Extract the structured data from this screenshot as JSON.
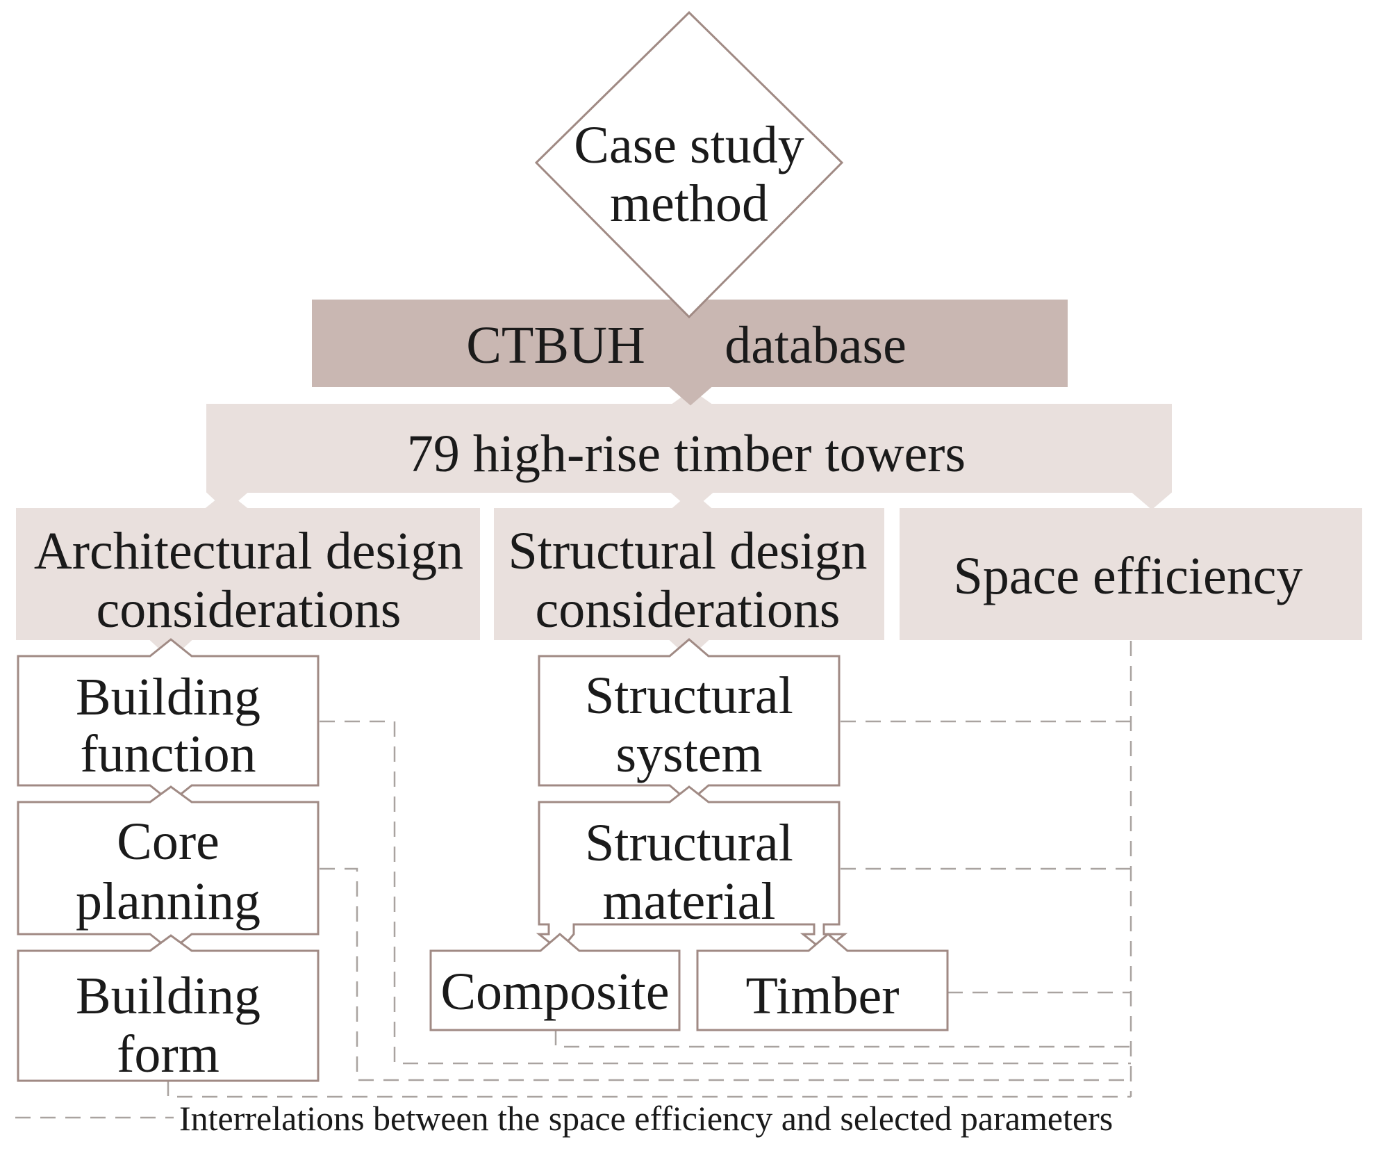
{
  "colors": {
    "outline": "#a08a84",
    "database_fill": "#c9b7b2",
    "light_fill": "#e9e0dd",
    "dash": "#a9a3a0",
    "text": "#1a1a1a"
  },
  "nodes": {
    "case_study": {
      "line1": "Case study",
      "line2": "method"
    },
    "database": {
      "left": "CTBUH",
      "right": "database"
    },
    "towers": {
      "label": "79 high-rise timber towers"
    },
    "arch": {
      "line1": "Architectural design",
      "line2": "considerations"
    },
    "struct": {
      "line1": "Structural design",
      "line2": "considerations"
    },
    "space": {
      "label": "Space efficiency"
    },
    "building_function": {
      "line1": "Building",
      "line2": "function"
    },
    "core_planning": {
      "line1": "Core",
      "line2": "planning"
    },
    "building_form": {
      "line1": "Building",
      "line2": "form"
    },
    "structural_system": {
      "line1": "Structural",
      "line2": "system"
    },
    "structural_material": {
      "line1": "Structural",
      "line2": "material"
    },
    "composite": {
      "label": "Composite"
    },
    "timber": {
      "label": "Timber"
    }
  },
  "legend": {
    "text": "Interrelations between the space efficiency and selected parameters"
  }
}
